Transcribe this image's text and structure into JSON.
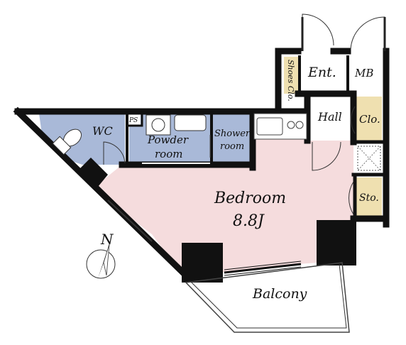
{
  "rooms": {
    "ent": "Ent.",
    "mb": "MB",
    "shoes_clo": "Shoes Clo.",
    "hall": "Hall",
    "clo": "Clo.",
    "wc": "WC",
    "ps": "PS",
    "powder_room_1": "Powder",
    "powder_room_2": "room",
    "shower_room_1": "Shower",
    "shower_room_2": "room",
    "bedroom": "Bedroom",
    "bedroom_size": "8.8J",
    "sto": "Sto.",
    "balcony": "Balcony"
  },
  "compass": {
    "label": "N"
  },
  "colors": {
    "bedroom": "#f5dcdd",
    "wet_area": "#a9b9d8",
    "storage": "#efe0b0",
    "wall": "#111111"
  }
}
